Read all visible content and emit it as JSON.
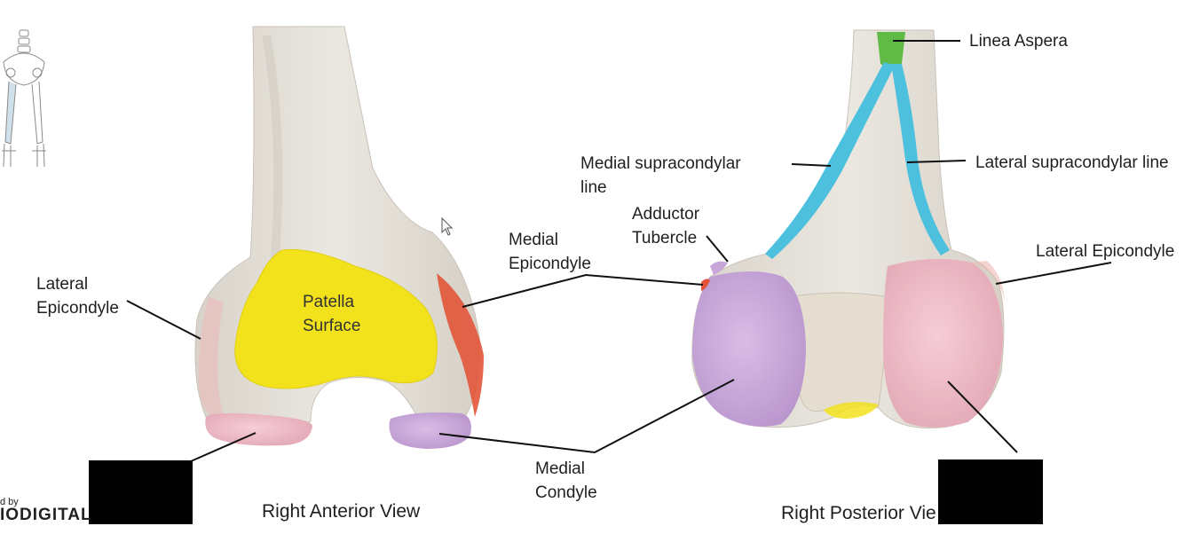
{
  "labels": {
    "lateral_epicondyle_left": [
      "Lateral",
      "Epicondyle"
    ],
    "patella_surface": [
      "Patella",
      "Surface"
    ],
    "medial_epicondyle": [
      "Medial",
      "Epicondyle"
    ],
    "medial_condyle": [
      "Medial",
      "Condyle"
    ],
    "adductor_tubercle": [
      "Adductor",
      "Tubercle"
    ],
    "medial_supracondylar_line": [
      "Medial supracondylar",
      "line"
    ],
    "linea_aspera": "Linea Aspera",
    "lateral_supracondylar_line": "Lateral supracondylar line",
    "lateral_epicondyle_right": "Lateral Epicondyle"
  },
  "captions": {
    "anterior": "Right Anterior View",
    "posterior": "Right Posterior Vie"
  },
  "brand": {
    "by": "d by",
    "name": "IODIGITAL"
  },
  "colors": {
    "bone": "#e6e2da",
    "bone_shade": "#cfc9bf",
    "patella_surface": "#f2e21c",
    "lateral_condyle": "#ecb8c4",
    "medial_condyle": "#c8a6d9",
    "medial_epicondyle": "#e2553a",
    "linea_aspera": "#5fbb46",
    "supracondylar_lines": "#4cc0dd",
    "leader_lines": "#111111"
  },
  "icons": [
    "skeleton-thumbnail-icon",
    "mouse-cursor-icon"
  ]
}
